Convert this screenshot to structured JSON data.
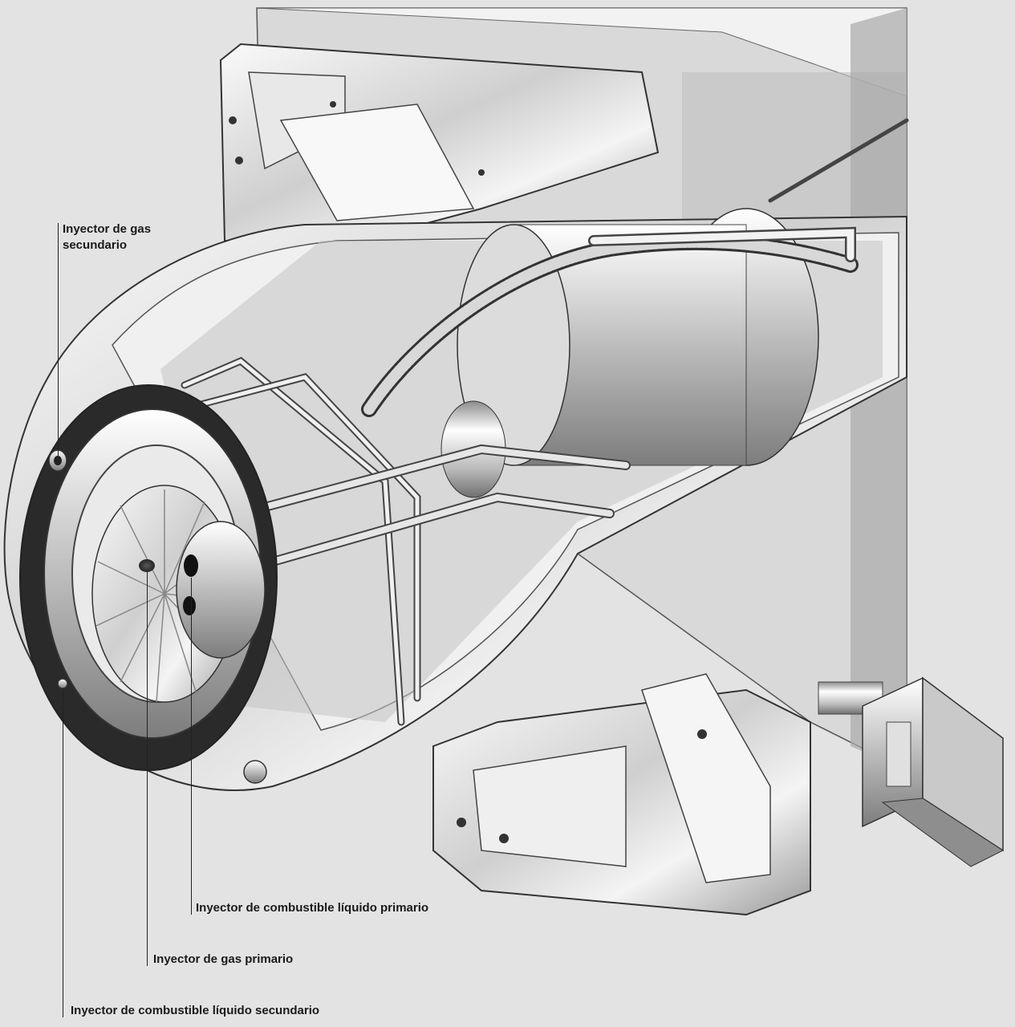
{
  "background": "#e3e3e3",
  "callouts": {
    "secondary_gas_line1": "Inyector de gas",
    "secondary_gas_line2": "secundario",
    "primary_liquid": "Inyector de combustible líquido primario",
    "primary_gas": "Inyector de gas primario",
    "secondary_liquid": "Inyector de combustible líquido secundario"
  }
}
